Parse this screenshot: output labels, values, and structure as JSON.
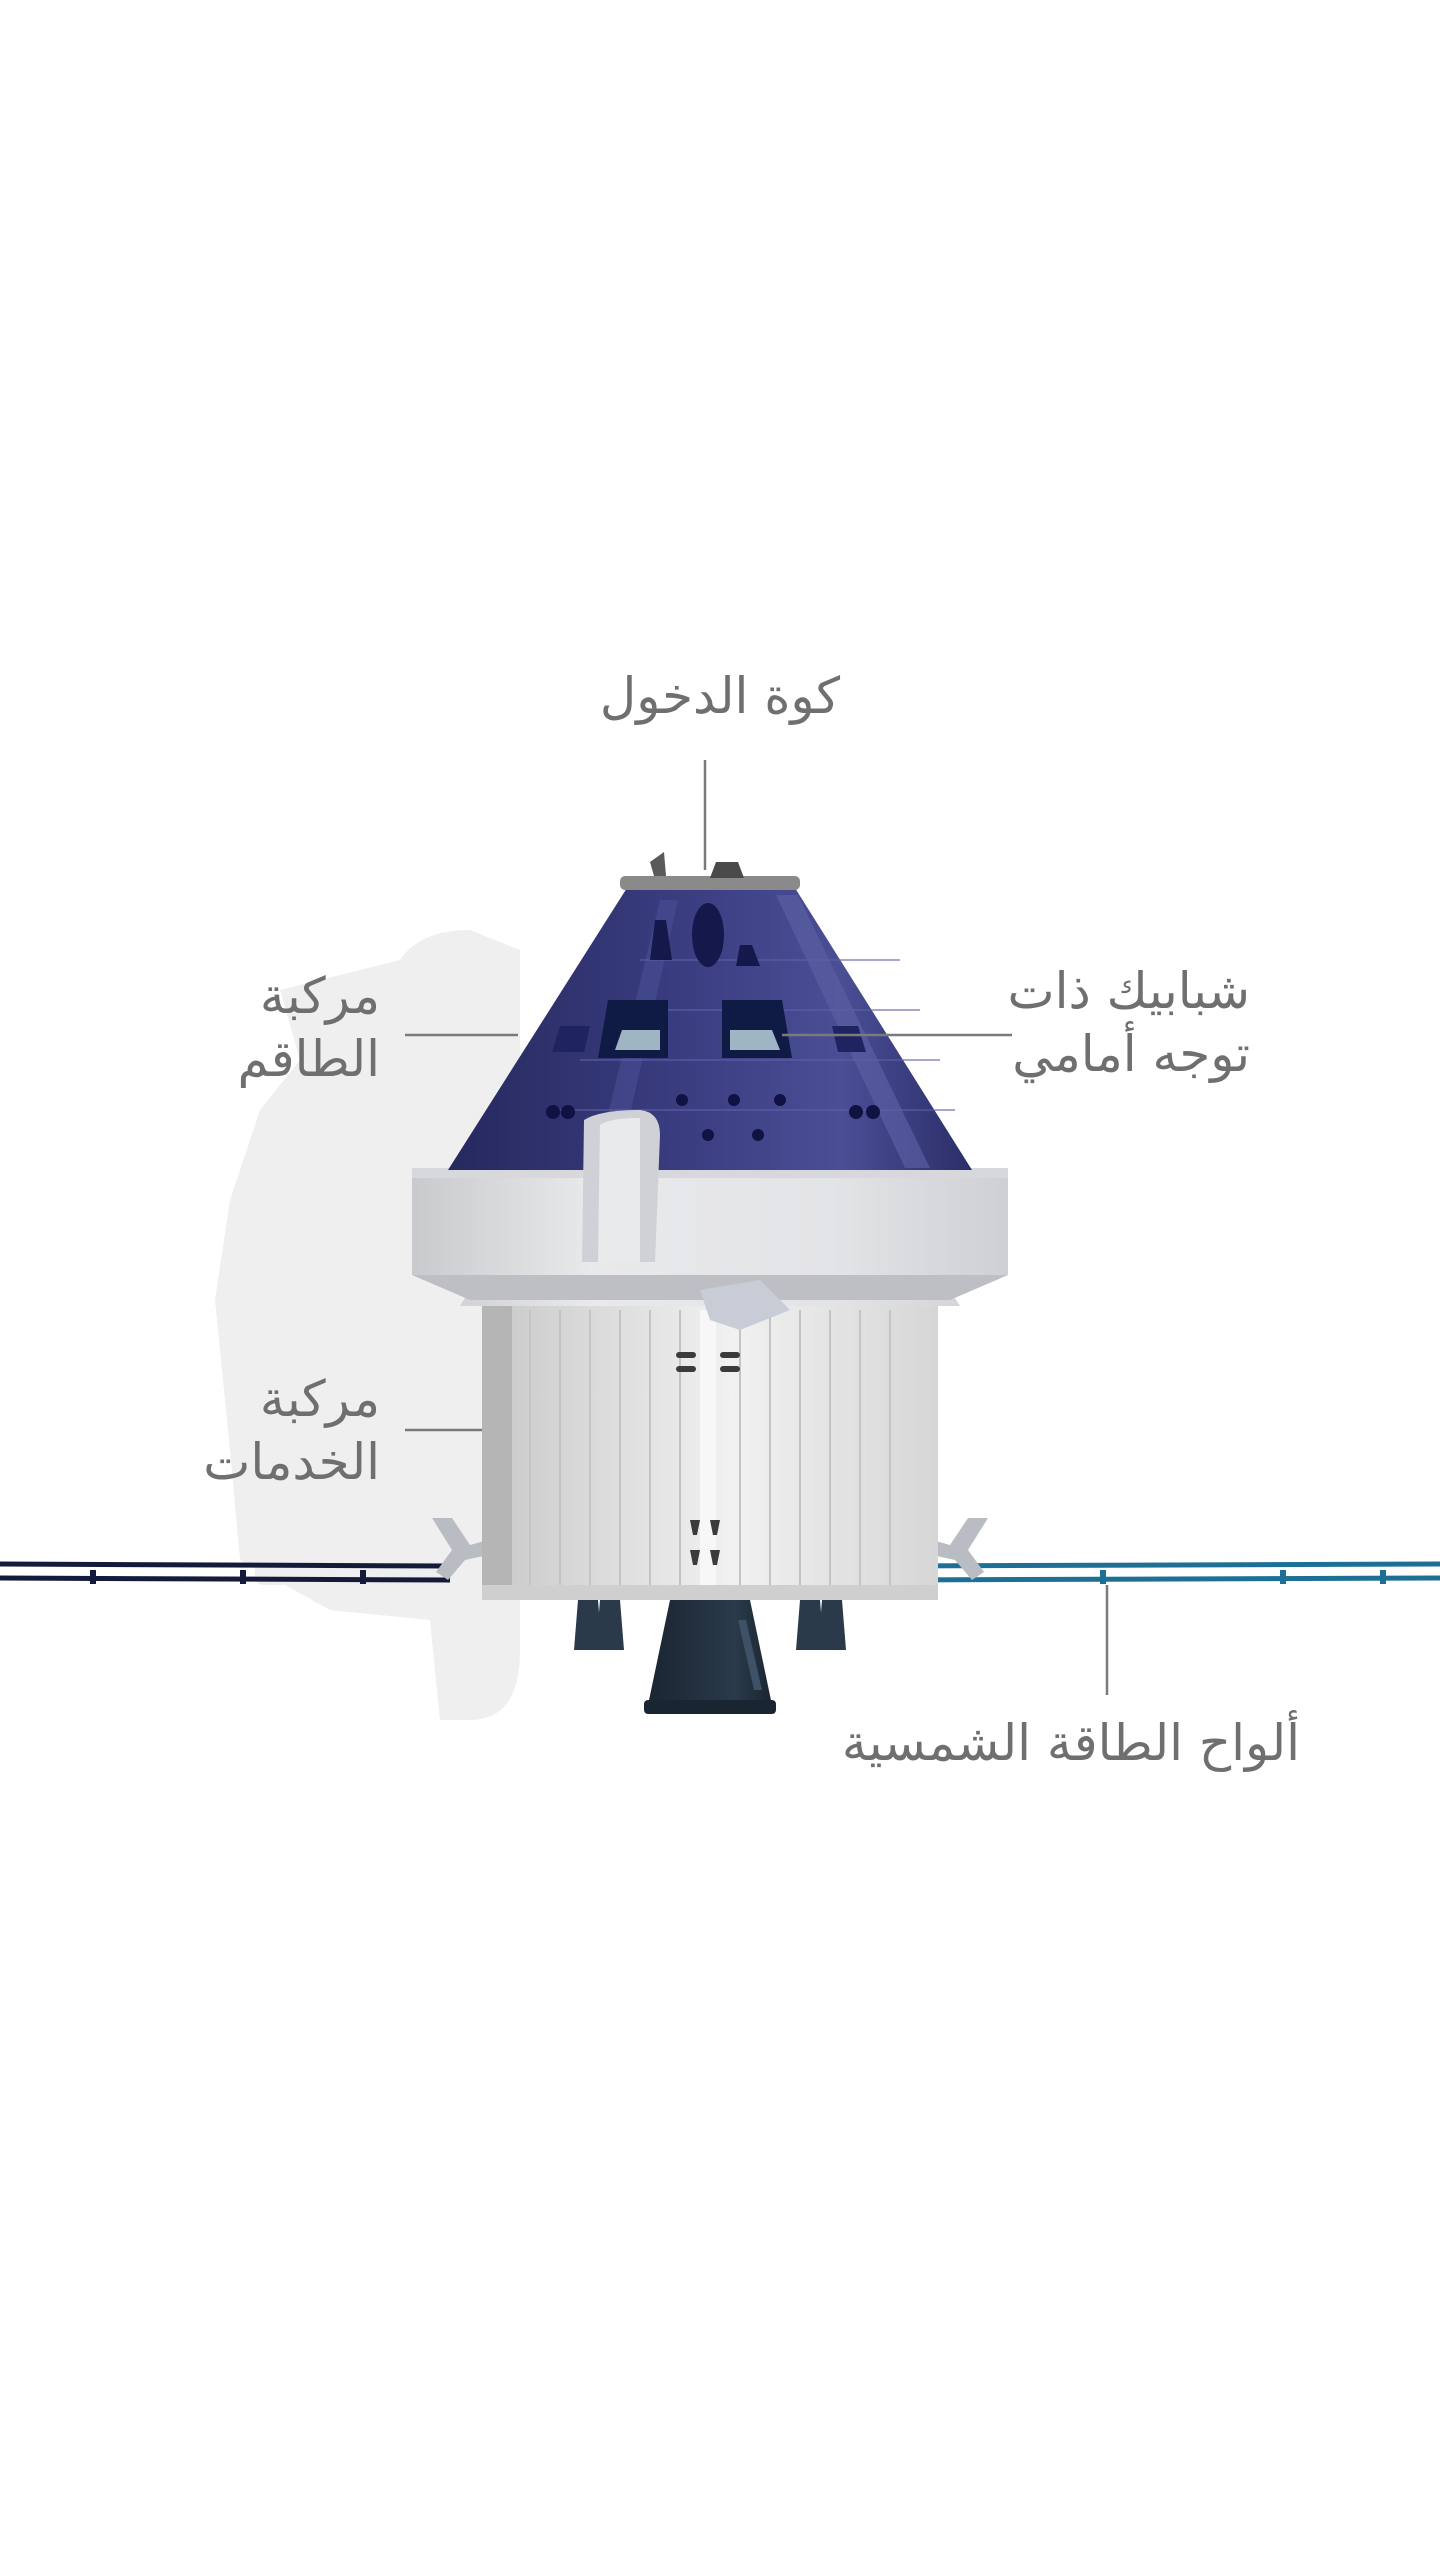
{
  "diagram": {
    "subject": "spacecraft-capsule",
    "labels": {
      "entry_hatch": "كوة الدخول",
      "crew_module": [
        "مركبة",
        "الطاقم"
      ],
      "forward_windows": [
        "شبابيك ذات",
        "توجه أمامي"
      ],
      "service_module": [
        "مركبة",
        "الخدمات"
      ],
      "solar_arrays": "ألواح الطاقة الشمسية"
    },
    "colors": {
      "crew_module_hull": "#2f3270",
      "crew_module_light": "#46498c",
      "window_frame": "#0f1a45",
      "window_glass": "#9fb5c4",
      "heat_shield_ring": "#e2e3e6",
      "service_module_body": "#dcdcdc",
      "engine_nozzle": "#243240",
      "solar_array_left": "#141a3a",
      "solar_array_right": "#1e6f96",
      "shadow": "#efefef",
      "label_text": "#6f6f6f",
      "leader_line": "#7a7a7a"
    }
  }
}
